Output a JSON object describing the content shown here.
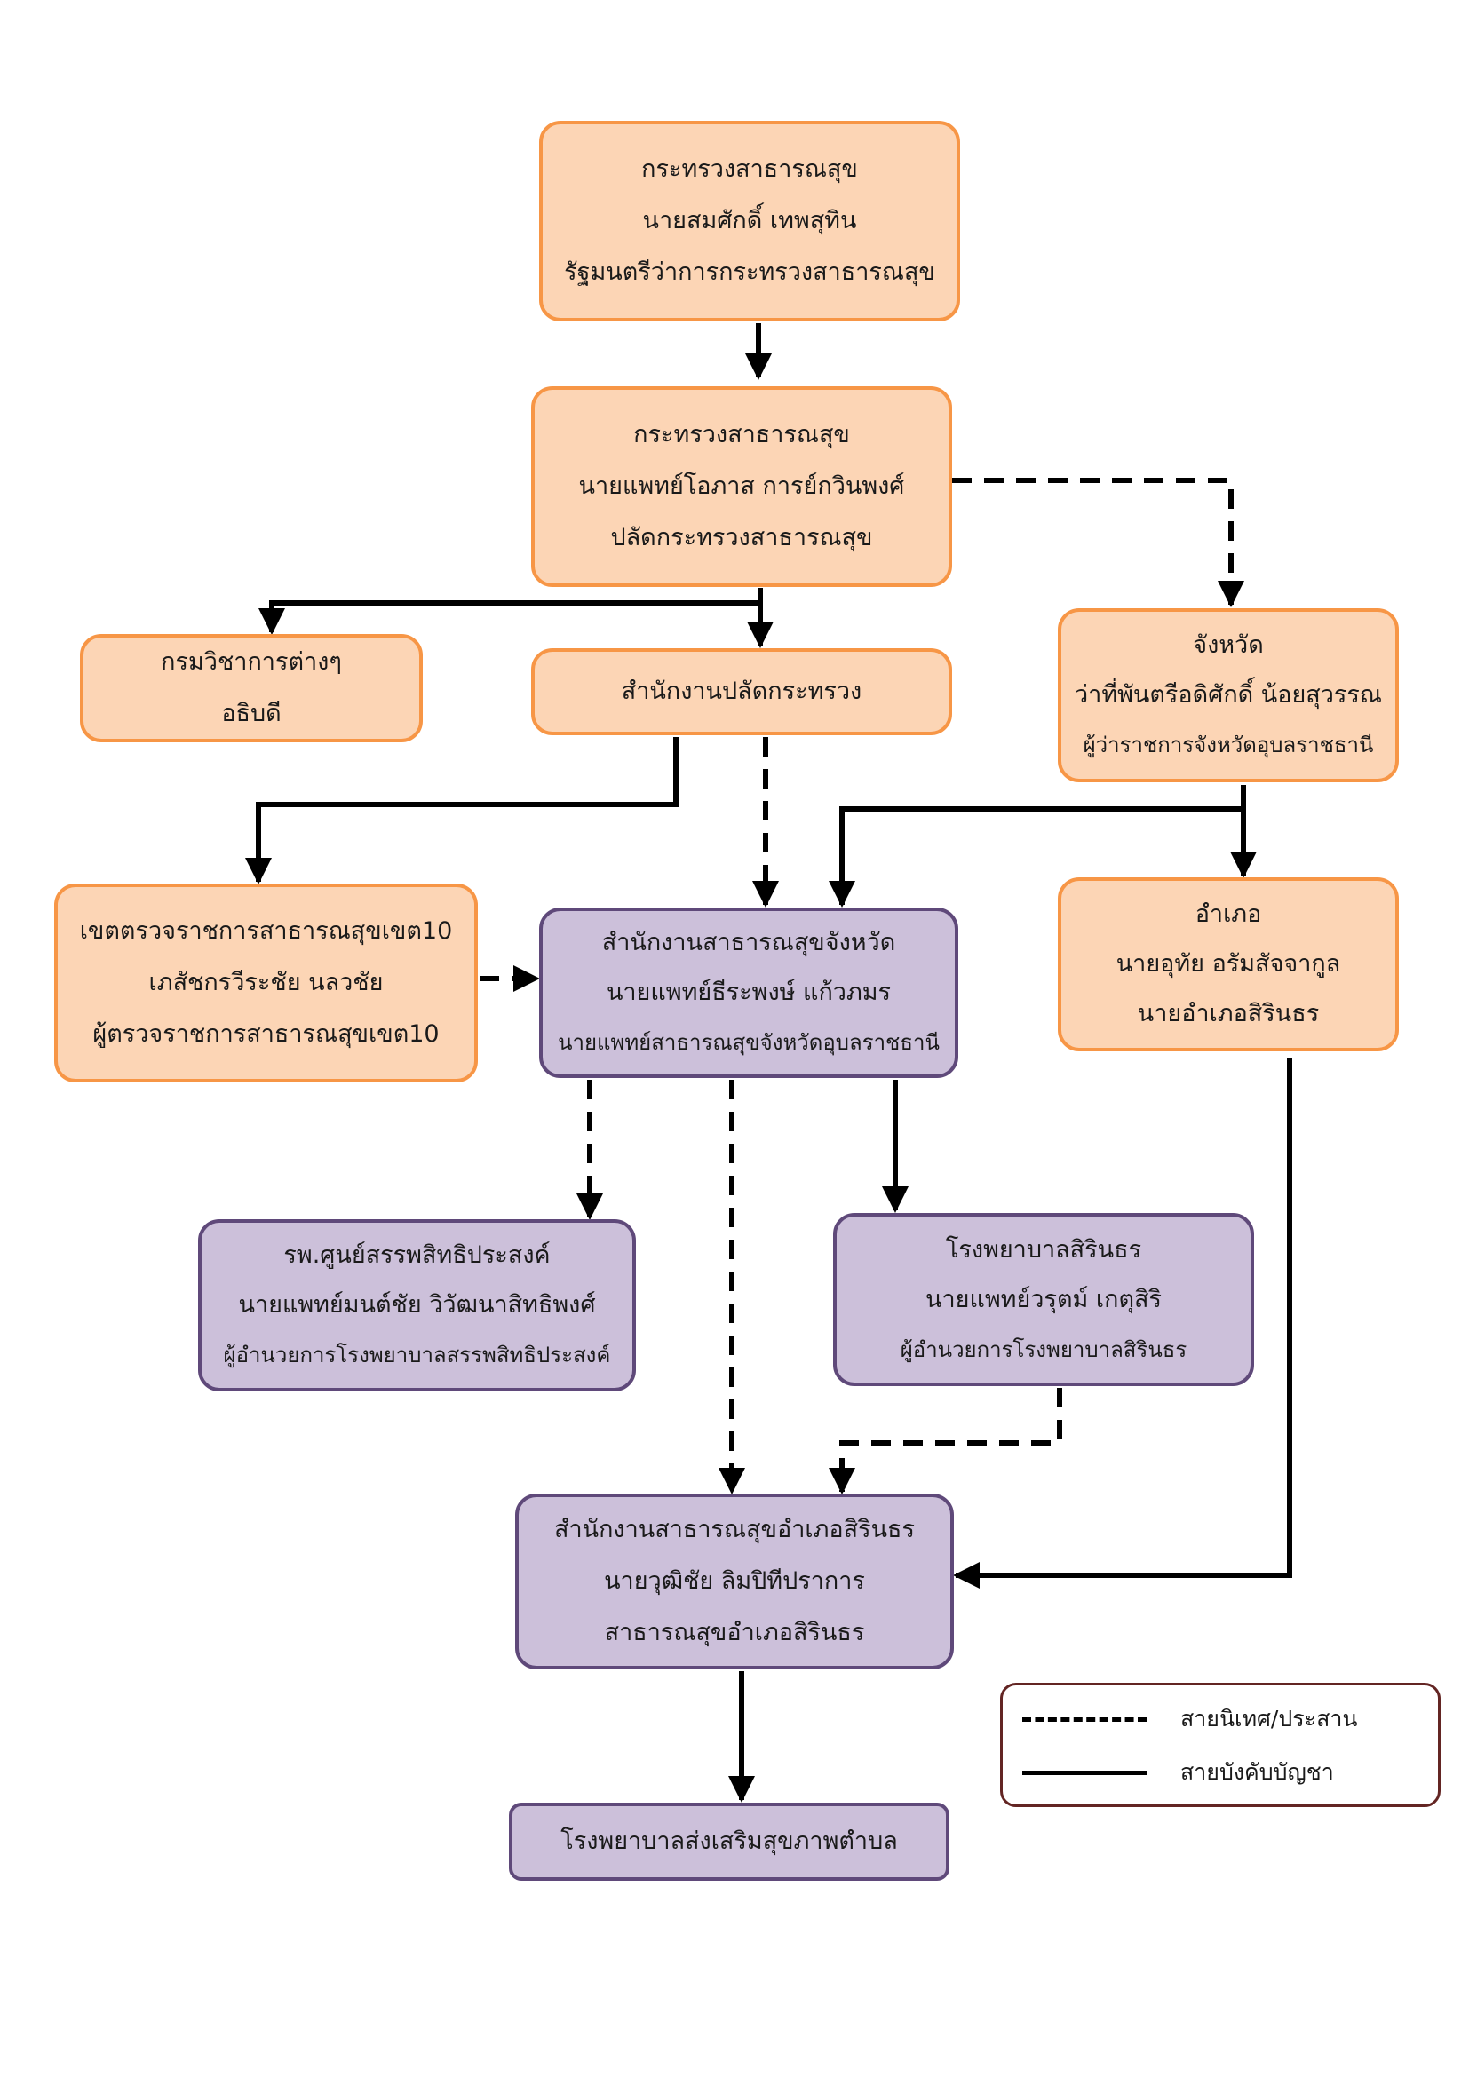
{
  "boxes": {
    "minister": {
      "lines": [
        "กระทรวงสาธารณสุข",
        "นายสมศักดิ์ เทพสุทิน",
        "รัฐมนตรีว่าการกระทรวงสาธารณสุข"
      ],
      "color": "#fcd5b5"
    },
    "permanent_secretary": {
      "lines": [
        "กระทรวงสาธารณสุข",
        "นายแพทย์โอภาส การย์กวินพงศ์",
        "ปลัดกระทรวงสาธารณสุข"
      ],
      "color": "#fcd5b5"
    },
    "departments": {
      "lines": [
        "กรมวิชาการต่างๆ",
        "อธิบดี"
      ],
      "color": "#fcd5b5"
    },
    "office_permanent_secretary": {
      "lines": [
        "สำนักงานปลัดกระทรวง"
      ],
      "color": "#fcd5b5"
    },
    "province": {
      "lines": [
        "จังหวัด",
        "ว่าที่พันตรีอดิศักดิ์ น้อยสุวรรณ",
        "ผู้ว่าราชการจังหวัดอุบลราชธานี"
      ],
      "color": "#fcd5b5"
    },
    "inspection_region": {
      "lines": [
        "เขตตรวจราชการสาธารณสุขเขต10",
        "เภสัชกรวีระชัย นลวชัย",
        "ผู้ตรวจราชการสาธารณสุขเขต10"
      ],
      "color": "#fcd5b5"
    },
    "provincial_health_office": {
      "lines": [
        "สำนักงานสาธารณสุขจังหวัด",
        "นายแพทย์ธีระพงษ์ แก้วภมร",
        "นายแพทย์สาธารณสุขจังหวัดอุบลราชธานี"
      ],
      "color": "#ccc0da"
    },
    "district": {
      "lines": [
        "อำเภอ",
        "นายอุทัย อรัมสัจจากูล",
        "นายอำเภอสิรินธร"
      ],
      "color": "#fcd5b5"
    },
    "center_hospital": {
      "lines": [
        "รพ.ศูนย์สรรพสิทธิประสงค์",
        "นายแพทย์มนต์ชัย วิวัฒนาสิทธิพงศ์",
        "ผู้อำนวยการโรงพยาบาลสรรพสิทธิประสงค์"
      ],
      "color": "#ccc0da"
    },
    "sirindhorn_hospital": {
      "lines": [
        "โรงพยาบาลสิรินธร",
        "นายแพทย์วรุตม์ เกตุสิริ",
        "ผู้อำนวยการโรงพยาบาลสิรินธร"
      ],
      "color": "#ccc0da"
    },
    "district_health_office": {
      "lines": [
        "สำนักงานสาธารณสุขอำเภอสิรินธร",
        "นายวุฒิชัย ลิมปิทีปราการ",
        "สาธารณสุขอำเภอสิรินธร"
      ],
      "color": "#ccc0da"
    },
    "subdistrict_hospital": {
      "lines": [
        "โรงพยาบาลส่งเสริมสุขภาพตำบล"
      ],
      "color": "#ccc0da"
    }
  },
  "legend": {
    "dashed_label": "สายนิเทศ/ประสาน",
    "solid_label": "สายบังคับบัญชา"
  }
}
